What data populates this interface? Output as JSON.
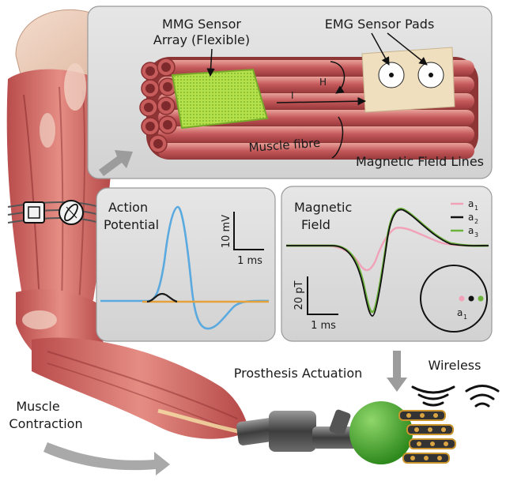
{
  "top_panel": {
    "mmg_label_line1": "MMG Sensor",
    "mmg_label_line2": "Array (Flexible)",
    "emg_label": "EMG Sensor Pads",
    "h_symbol": "H",
    "i_symbol": "I",
    "muscle_fibre_label": "Muscle fibre",
    "field_lines_label": "Magnetic Field Lines"
  },
  "action_panel": {
    "title_line1": "Action",
    "title_line2": "Potential",
    "scale_y": "10 mV",
    "scale_x": "1 ms",
    "colors": {
      "main": "#5aa9df",
      "small_black": "#1a1a1a",
      "small_orange": "#e5a13a"
    }
  },
  "field_panel": {
    "title_line1": "Magnetic",
    "title_line2": "Field",
    "scale_y": "20 pT",
    "scale_x": "1 ms",
    "legend": [
      {
        "base": "a",
        "sub": "1",
        "color": "#f1a1b8"
      },
      {
        "base": "a",
        "sub": "2",
        "color": "#111111"
      },
      {
        "base": "a",
        "sub": "3",
        "color": "#6cb33b"
      }
    ],
    "circle_label_base": "a",
    "circle_label_sub": "1"
  },
  "bottom": {
    "prosthesis_label": "Prosthesis Actuation",
    "wireless_label": "Wireless",
    "contraction_line1": "Muscle",
    "contraction_line2": "Contraction"
  }
}
